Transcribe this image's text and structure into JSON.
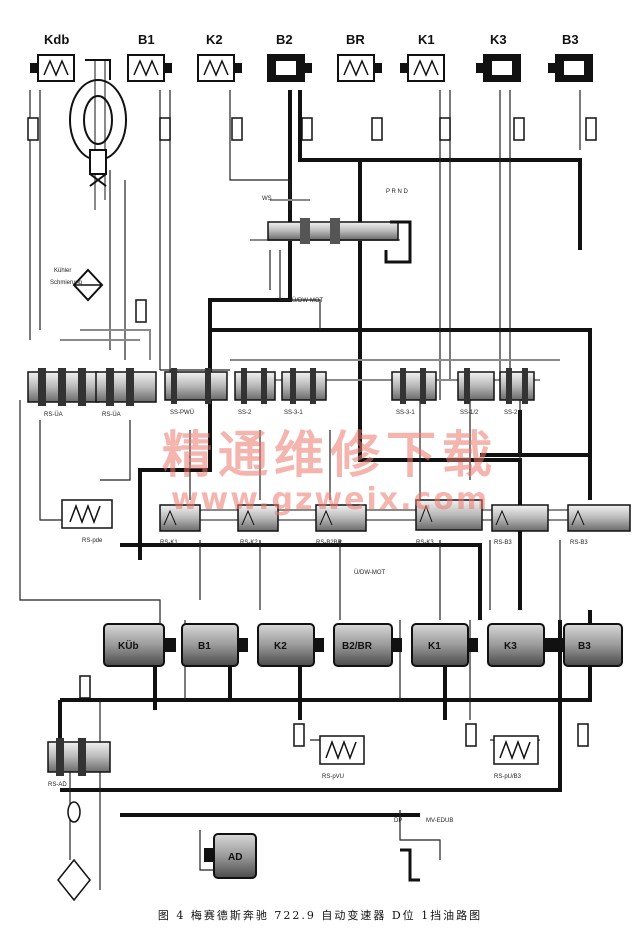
{
  "clutch_labels": [
    "Kdb",
    "B1",
    "K2",
    "B2",
    "BR",
    "K1",
    "K3",
    "B3"
  ],
  "cylinder_labels": [
    "KÜb",
    "B1",
    "K2",
    "B2/BR",
    "K1",
    "K3",
    "B3"
  ],
  "servo_label": "AD",
  "valve_labels": {
    "left_a": "RS-ÜA",
    "left_b": "RS-ÜA",
    "row1": [
      "SS-PWÜ",
      "SS-2",
      "SS-3-1",
      "SS-3-1",
      "SS-1/2",
      "SS-2"
    ],
    "row2": [
      "RS-K1",
      "RS-K2",
      "RS-B2BR",
      "RS-K3",
      "RS-B3",
      "RS-B3"
    ],
    "reg": "RS-pde",
    "bottom_left": "RS-AD",
    "bottom_mid": "RS-pVU",
    "bottom_right": "RS-pU/B3",
    "manual": "WS",
    "solenoid_top": "Ü/DW-MOT",
    "solenoid_mid": "Ü/DW-MOT",
    "gear_marks": "P R N D",
    "cooler": "Kühler",
    "pressure": "Schmierung",
    "dp": "DP",
    "mv": "MV-EDUB"
  },
  "watermark": {
    "line1": "精通维修下载",
    "line2": "www.gzweix.com"
  },
  "caption": "图 4  梅赛德斯奔驰 722.9 自动变速器 D位 1挡油路图",
  "colors": {
    "ink": "#111111",
    "grey": "#8a8a8a",
    "watermark": "#ec786e"
  }
}
